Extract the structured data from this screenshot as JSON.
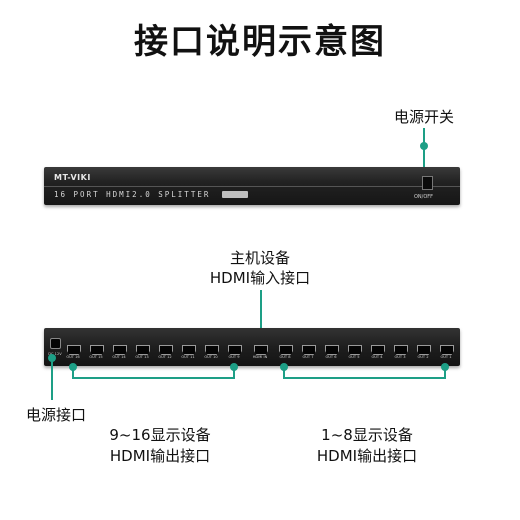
{
  "title": "接口说明示意图",
  "colors": {
    "accent": "#1d9f86",
    "device": "#1c1c1c"
  },
  "front_panel": {
    "brand": "MT-VIKI",
    "model": "16 PORT HDMI2.0 SPLITTER",
    "switch_caption": "ON/OFF"
  },
  "back_panel": {
    "dc_label": "DC 12V",
    "input_label": "HDMI IN",
    "ports_left": [
      "OUT 16",
      "OUT 15",
      "OUT 14",
      "OUT 13",
      "OUT 12",
      "OUT 11",
      "OUT 10",
      "OUT 9"
    ],
    "ports_right": [
      "OUT 8",
      "OUT 7",
      "OUT 6",
      "OUT 5",
      "OUT 4",
      "OUT 3",
      "OUT 2",
      "OUT 1"
    ]
  },
  "annotations": {
    "power_switch": "电源开关",
    "host_input": [
      "主机设备",
      "HDMI输入接口"
    ],
    "power_port": "电源接口",
    "out_9_16": [
      "9~16显示设备",
      "HDMI输出接口"
    ],
    "out_1_8": [
      "1~8显示设备",
      "HDMI输出接口"
    ]
  }
}
